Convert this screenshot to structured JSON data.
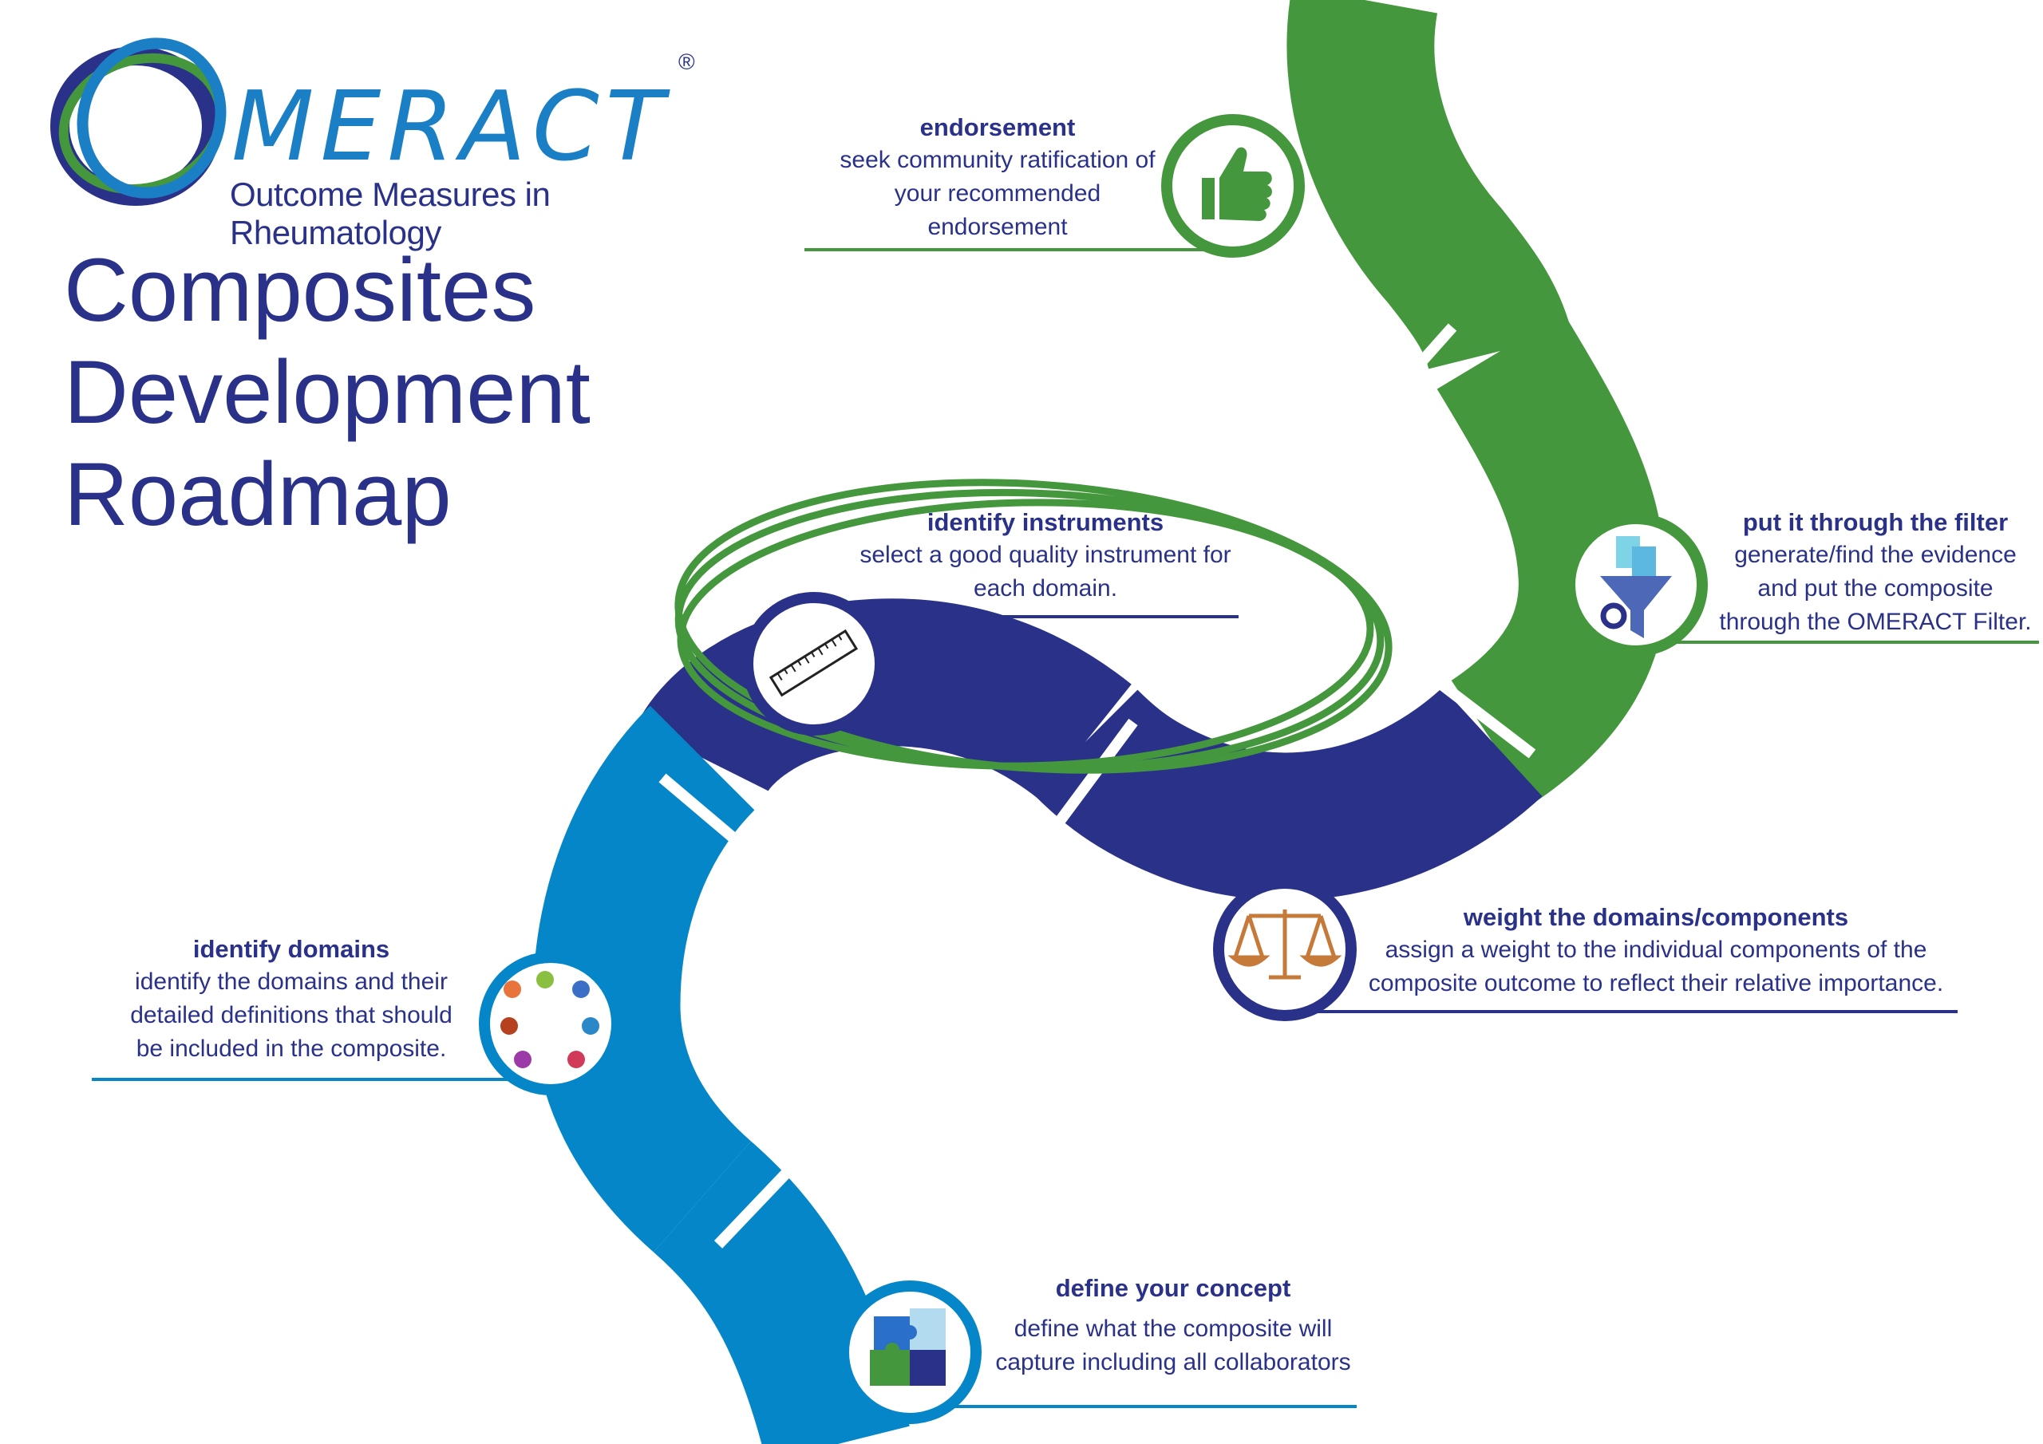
{
  "logo": {
    "wordmark": "MERACT",
    "registered": "®",
    "tagline": "Outcome Measures in Rheumatology"
  },
  "title": {
    "line1": "Composites",
    "line2": "Development",
    "line3": "Roadmap"
  },
  "colors": {
    "navy": "#2a3189",
    "green": "#44973d",
    "blue": "#0486c9"
  },
  "steps": {
    "endorsement": {
      "title": "endorsement",
      "desc": [
        "seek community ratification of",
        "your recommended",
        "endorsement"
      ],
      "icon": "thumbs-up-icon"
    },
    "filter": {
      "title": "put it through the filter",
      "desc": [
        "generate/find the evidence",
        "and put the composite",
        "through the OMERACT Filter."
      ],
      "icon": "filter-funnel-icon"
    },
    "instruments": {
      "title": "identify instruments",
      "desc": [
        "select a good quality instrument for",
        "each domain."
      ],
      "icon": "ruler-icon"
    },
    "weight": {
      "title": "weight the domains/components",
      "desc": [
        "assign a weight to the individual components of the",
        "composite outcome to reflect their relative importance."
      ],
      "icon": "balance-scale-icon"
    },
    "domains": {
      "title": "identify domains",
      "desc": [
        "identify the domains and their",
        "detailed definitions that should",
        "be included in the composite."
      ],
      "icon": "hands-puzzle-icon"
    },
    "concept": {
      "title": "define your concept",
      "desc": [
        "define what the composite will",
        "capture including all collaborators"
      ],
      "icon": "puzzle-pieces-icon"
    }
  }
}
